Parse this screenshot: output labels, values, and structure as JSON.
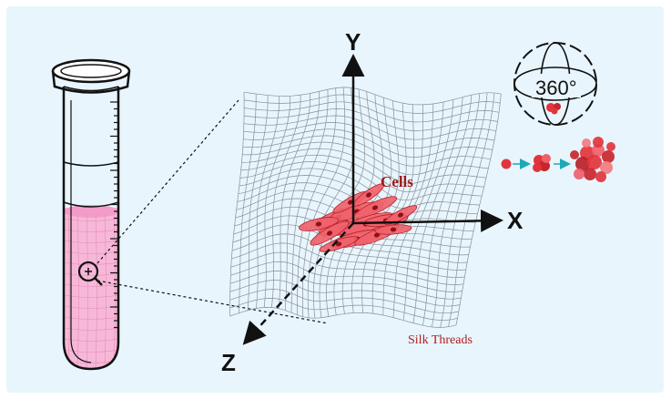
{
  "labels": {
    "axis_x": "X",
    "axis_y": "Y",
    "axis_z": "Z",
    "cells": "Cells",
    "silk": "Silk Threads",
    "rotation": "360°"
  },
  "colors": {
    "background": "#e8f5fd",
    "liquid": "#f7b8d8",
    "cell": "#e2343c",
    "arrow_teal": "#1ea9b8",
    "mesh": "#8a8f96",
    "ink": "#111111"
  },
  "icons": [
    "test-tube-icon",
    "magnifier-icon",
    "globe-rotation-icon",
    "cell-cluster-icon"
  ]
}
